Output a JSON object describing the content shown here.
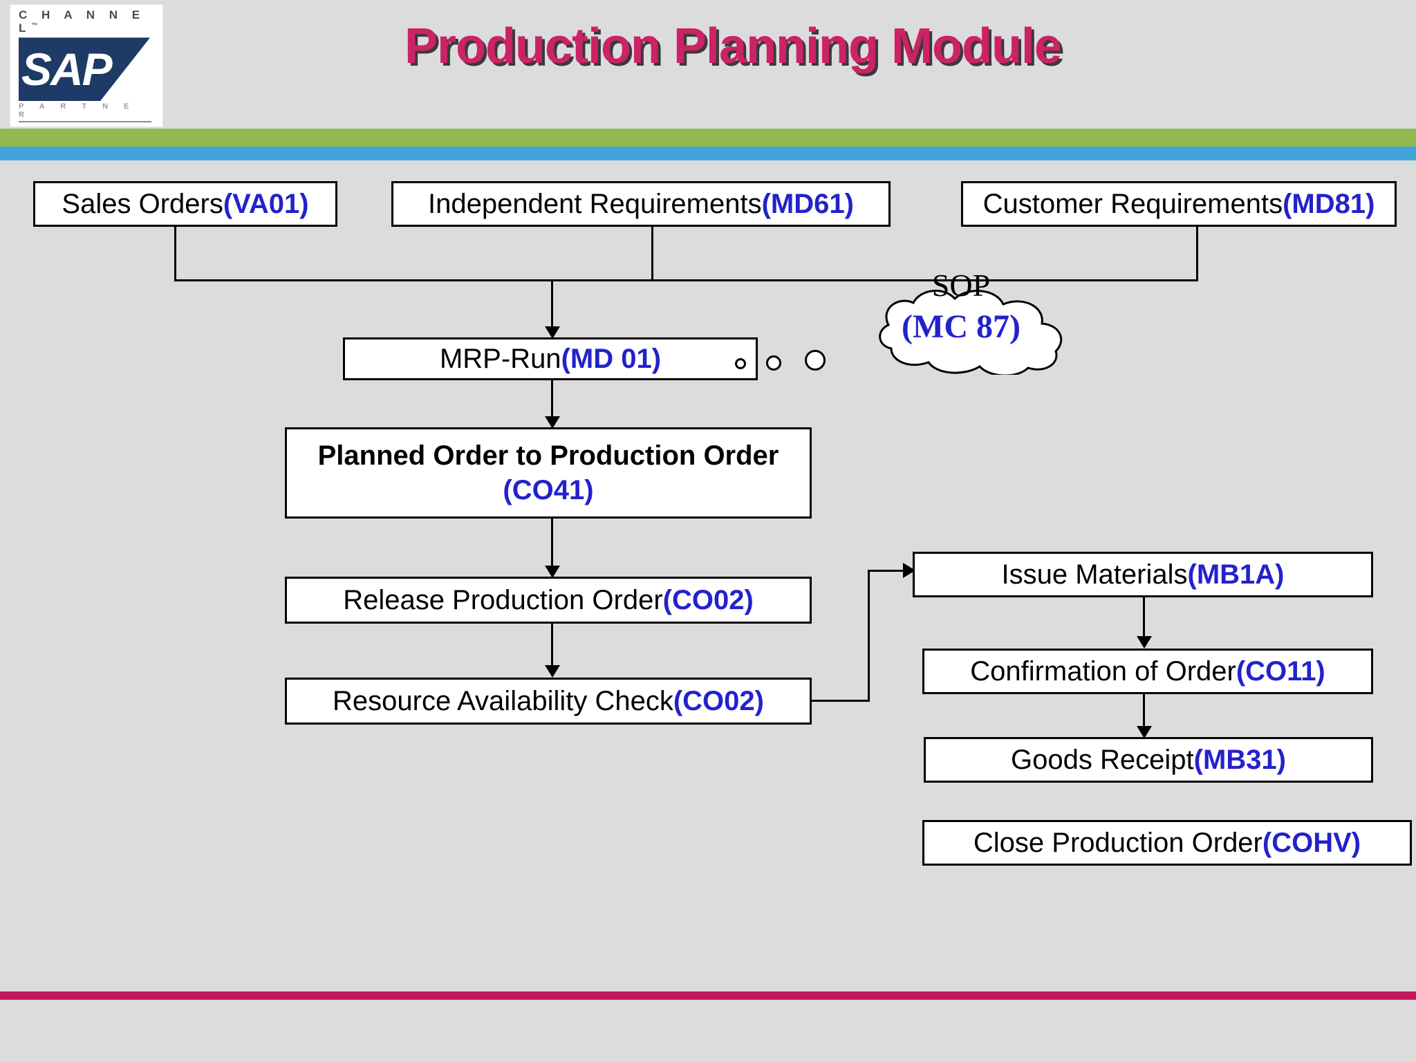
{
  "header": {
    "title": "Production Planning Module",
    "title_color": "#cc2266",
    "logo": {
      "channel": "C H A N N E L",
      "tm": "™",
      "brand": "SAP",
      "partner": "P A R T N E R"
    },
    "bands": {
      "green": "#92b94f",
      "blue": "#41a3dc",
      "bottom": "#c2185b"
    }
  },
  "theme": {
    "background": "#dcdcdc",
    "tcode_color": "#2222cc",
    "box_border": "#000000",
    "box_fill": "#ffffff"
  },
  "diagram": {
    "type": "flowchart",
    "inputs": [
      {
        "label": "Sales Orders ",
        "tcode": "(VA01)"
      },
      {
        "label": "Independent Requirements ",
        "tcode": "(MD61)"
      },
      {
        "label": "Customer Requirements ",
        "tcode": "(MD81)"
      }
    ],
    "mrp": {
      "label": "MRP-Run ",
      "tcode": "(MD 01)"
    },
    "planned_order": {
      "line1": "Planned Order to Production Order",
      "line2": "(CO41)"
    },
    "release": {
      "label": "Release Production Order ",
      "tcode": "(CO02)"
    },
    "resource_check": {
      "label": "Resource Availability Check  ",
      "tcode": "(CO02)"
    },
    "thought_bubble": {
      "title": "SOP",
      "tcode": "(MC 87)"
    },
    "right_column": [
      {
        "label": "Issue Materials ",
        "tcode": "(MB1A)"
      },
      {
        "label": "Confirmation of Order ",
        "tcode": "(CO11)"
      },
      {
        "label": "Goods Receipt ",
        "tcode": "(MB31)"
      },
      {
        "label": "Close Production Order ",
        "tcode": "(COHV)"
      }
    ]
  }
}
